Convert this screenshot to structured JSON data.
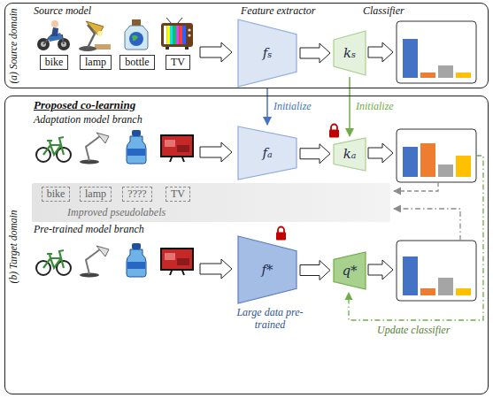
{
  "diagram": {
    "nodes": [
      {
        "text": [
          "(a) Source domain"
        ]
      },
      {
        "text": [
          "bike"
        ],
        "in": 0
      },
      {
        "text": [
          "lamp"
        ],
        "in": 0
      },
      {
        "text": [
          "bottle"
        ],
        "in": 0
      },
      {
        "text": [
          "TV"
        ],
        "in": 0
      },
      {
        "text": [
          "fₛ"
        ],
        "in": 0
      },
      {
        "text": [
          "kₛ"
        ],
        "in": 0
      },
      {
        "text": [
          "(b) Target domain"
        ]
      },
      {
        "text": [
          "fₐ"
        ],
        "in": 7
      },
      {
        "text": [
          "kₐ"
        ],
        "in": 7
      },
      {
        "text": [
          "Improved pseudolabels"
        ],
        "in": 7
      },
      {
        "text": [
          "bike"
        ],
        "in": 10
      },
      {
        "text": [
          "lamp"
        ],
        "in": 10
      },
      {
        "text": [
          "????"
        ],
        "in": 10
      },
      {
        "text": [
          "TV"
        ],
        "in": 10
      },
      {
        "text": [
          "f*"
        ],
        "in": 7
      },
      {
        "text": [
          "q*"
        ],
        "in": 7
      }
    ],
    "edges": [
      {
        "from": 5,
        "to": 6,
        "arrow": "to"
      },
      {
        "from": 5,
        "to": 8,
        "label": "Initialize",
        "arrow": "to"
      },
      {
        "from": 6,
        "to": 9,
        "label": "Initialize",
        "arrow": "to"
      },
      {
        "from": 8,
        "to": 9,
        "arrow": "to"
      },
      {
        "from": 15,
        "to": 16,
        "arrow": "to"
      }
    ],
    "labels": [
      "Source model",
      "Feature extractor",
      "Classifier",
      "Proposed co-learning",
      "Adaptation model branch",
      "Pre-trained model branch",
      "Large data pre-trained",
      "Update classifier"
    ]
  }
}
